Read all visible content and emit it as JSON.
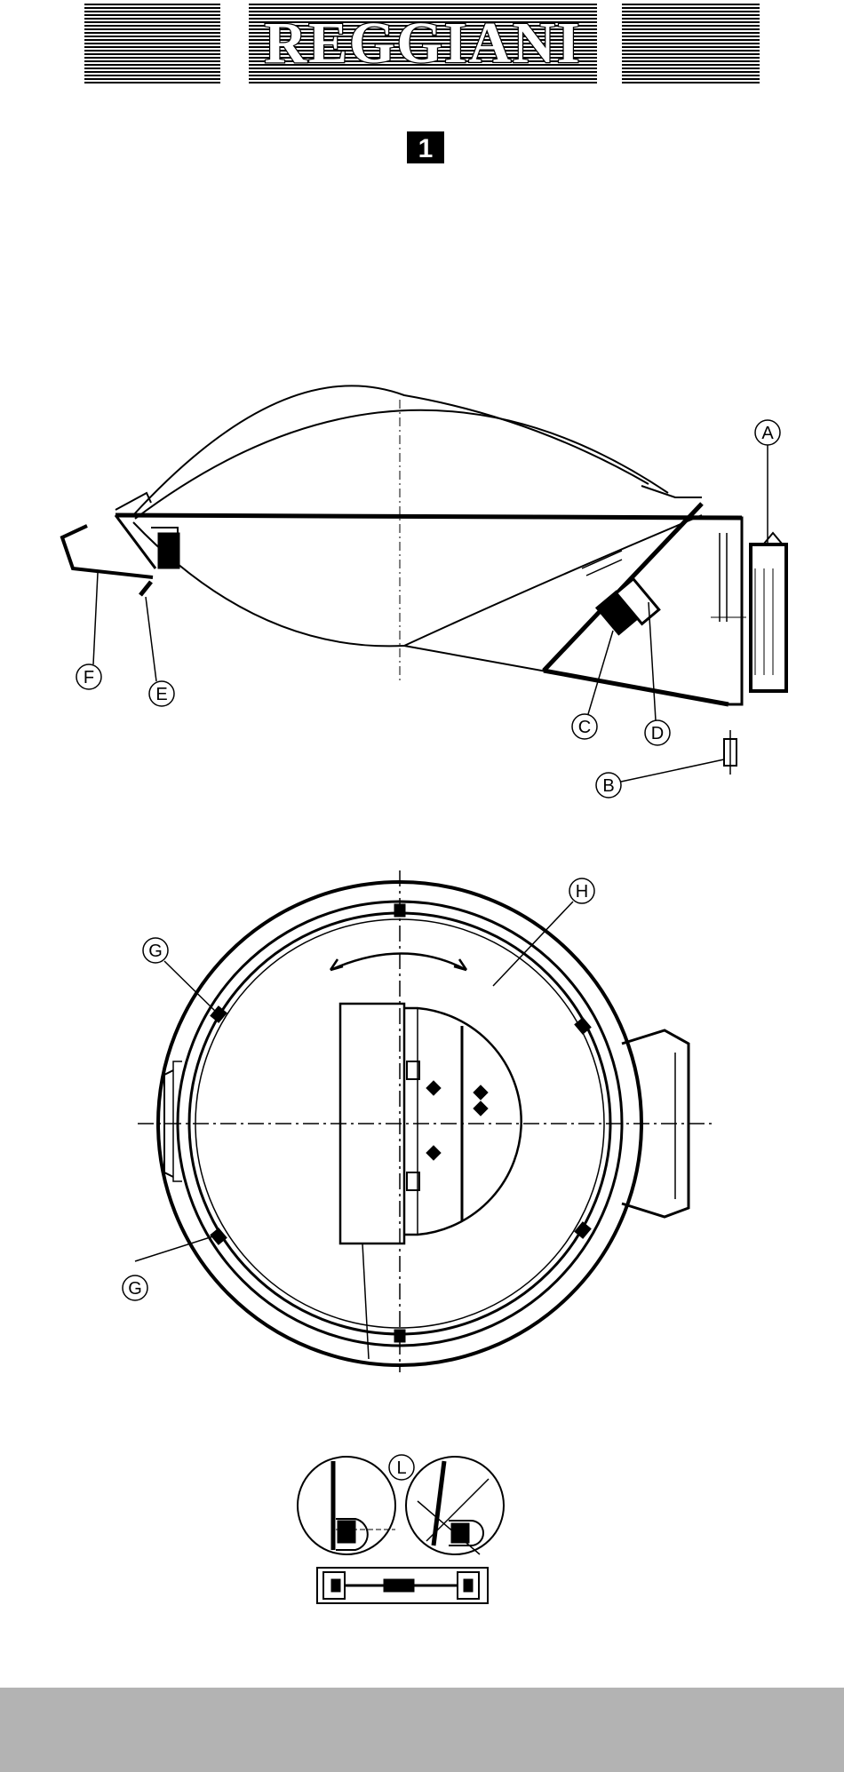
{
  "brand": {
    "name": "REGGIANI"
  },
  "figure": {
    "number": "1"
  },
  "callouts": {
    "a": "A",
    "b": "B",
    "c": "C",
    "d": "D",
    "e": "E",
    "f": "F",
    "g1": "G",
    "g2": "G",
    "h": "H",
    "l": "L"
  },
  "colors": {
    "ink": "#000000",
    "paper": "#ffffff",
    "footer": "#b3b3b3"
  }
}
